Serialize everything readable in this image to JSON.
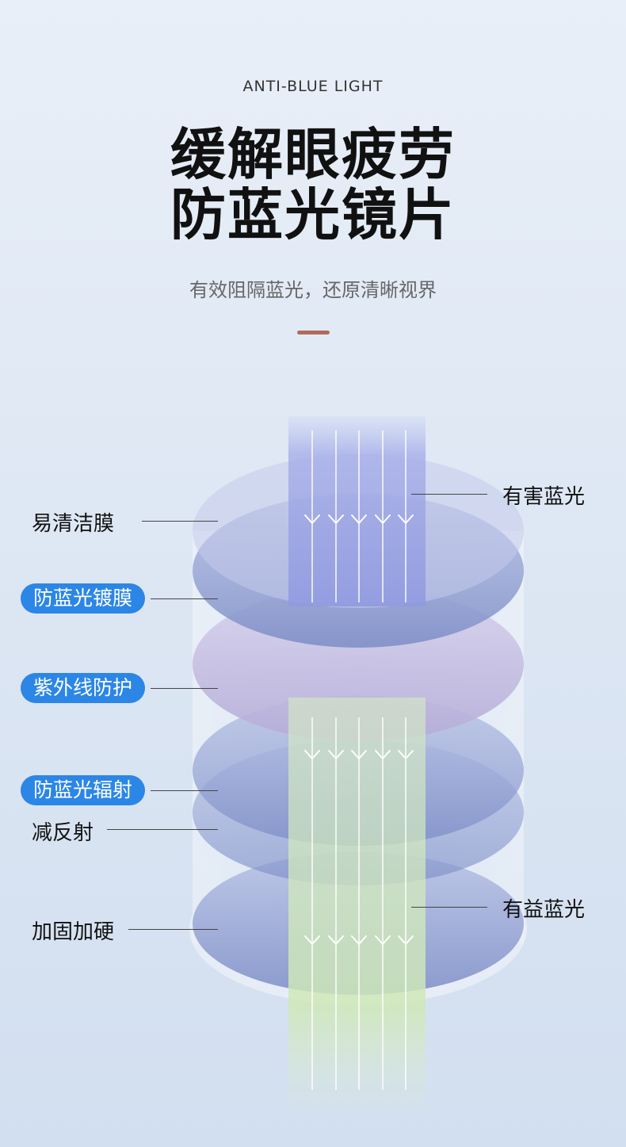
{
  "header": {
    "eyebrow": "ANTI-BLUE LIGHT",
    "title_line1": "缓解眼疲劳",
    "title_line2": "防蓝光镜片",
    "subtitle": "有效阻隔蓝光，还原清晰视界"
  },
  "colors": {
    "accent_bar": "#b26a5a",
    "pill_blue": "#2b86e6",
    "harmful_light": "#8f98e0",
    "beneficial_light": "#cfe8b8",
    "lens_blue": "#8a9ad0",
    "lens_purple": "#c4bde0"
  },
  "layers": {
    "easy_clean": "易清洁膜",
    "anti_blue_coating": "防蓝光镀膜",
    "uv_protection": "紫外线防护",
    "anti_blue_radiation": "防蓝光辐射",
    "anti_reflection": "减反射",
    "hardening": "加固加硬"
  },
  "light": {
    "harmful": "有害蓝光",
    "beneficial": "有益蓝光"
  }
}
